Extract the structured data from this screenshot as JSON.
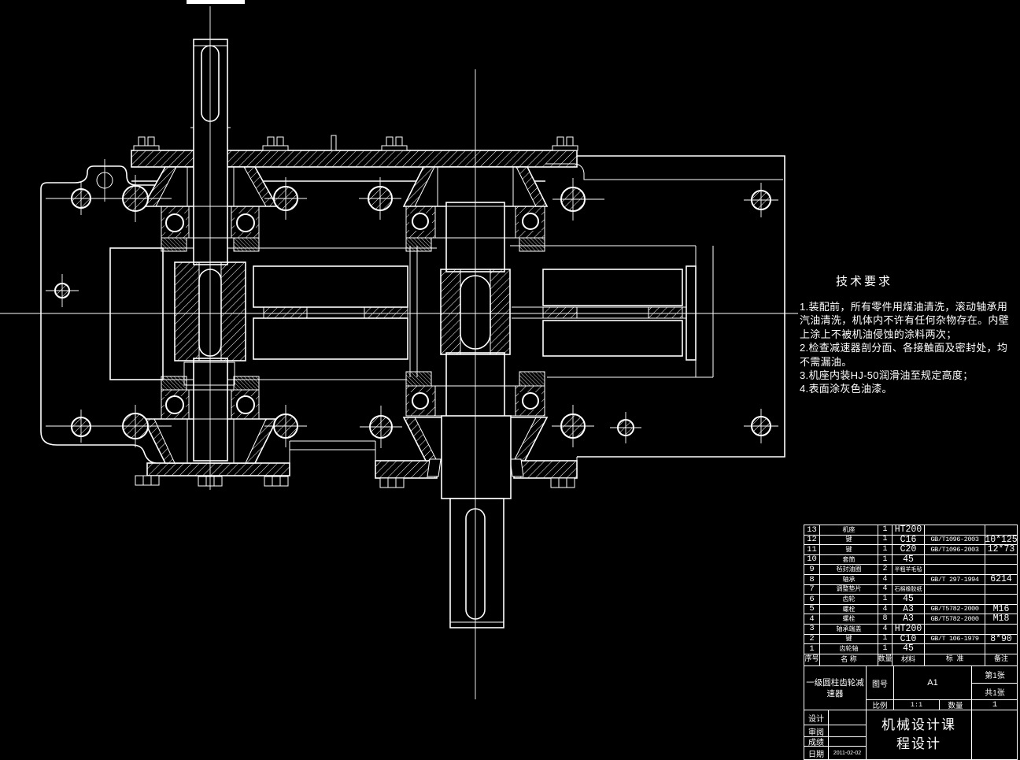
{
  "colors": {
    "background": "#000000",
    "line": "#ffffff"
  },
  "technical_requirements": {
    "title": "技术要求",
    "lines": [
      "1.装配前，所有零件用煤油清洗，滚动轴承用",
      "汽油清洗，机体内不许有任何杂物存在。内壁",
      "上涂上不被机油侵蚀的涂料两次；",
      "2.检查减速器剖分面、各接触面及密封处，均",
      "不需漏油。",
      "3.机座内装HJ-50润滑油至规定高度；",
      "4.表面涂灰色油漆。"
    ]
  },
  "bom": {
    "header": {
      "no": "序号",
      "name": "名  称",
      "qty": "数量",
      "material": "材料",
      "standard": "标  准",
      "remark": "备注"
    },
    "rows": [
      {
        "no": "13",
        "name": "机座",
        "qty": "1",
        "material": "HT200",
        "standard": "",
        "remark": ""
      },
      {
        "no": "12",
        "name": "键",
        "qty": "1",
        "material": "C16",
        "standard": "GB/T1096-2003",
        "remark": "10*125"
      },
      {
        "no": "11",
        "name": "键",
        "qty": "1",
        "material": "C20",
        "standard": "GB/T1096-2003",
        "remark": "12*73"
      },
      {
        "no": "10",
        "name": "套筒",
        "qty": "1",
        "material": "45",
        "standard": "",
        "remark": ""
      },
      {
        "no": "9",
        "name": "毡封油圈",
        "qty": "2",
        "material": "半粗羊毛毡",
        "standard": "",
        "remark": ""
      },
      {
        "no": "8",
        "name": "轴承",
        "qty": "4",
        "material": "",
        "standard": "GB/T 297-1994",
        "remark": "6214"
      },
      {
        "no": "7",
        "name": "调整垫片",
        "qty": "4",
        "material": "石棉橡胶纸",
        "standard": "",
        "remark": ""
      },
      {
        "no": "6",
        "name": "齿轮",
        "qty": "1",
        "material": "45",
        "standard": "",
        "remark": ""
      },
      {
        "no": "5",
        "name": "螺栓",
        "qty": "4",
        "material": "A3",
        "standard": "GB/T5782-2000",
        "remark": "M16"
      },
      {
        "no": "4",
        "name": "螺栓",
        "qty": "8",
        "material": "A3",
        "standard": "GB/T5782-2000",
        "remark": "M18"
      },
      {
        "no": "3",
        "name": "轴承端盖",
        "qty": "4",
        "material": "HT200",
        "standard": "",
        "remark": ""
      },
      {
        "no": "2",
        "name": "键",
        "qty": "1",
        "material": "C10",
        "standard": "GB/T 106-1979",
        "remark": "8*90"
      },
      {
        "no": "1",
        "name": "齿轮轴",
        "qty": "1",
        "material": "45",
        "standard": "",
        "remark": ""
      }
    ]
  },
  "title_block": {
    "product_line1": "一级圆柱齿轮减",
    "product_line2": "速器",
    "drawing_no_label": "图号",
    "drawing_no": "A1",
    "sheet_no": "第1张",
    "sheet_total": "共1张",
    "scale_label": "比例",
    "scale_value": "1:1",
    "qty_label": "数量",
    "qty_value": "1",
    "designer_label": "设计",
    "review_label": "审阅",
    "grade_label": "成绩",
    "date_label": "日期",
    "date_value": "2011-02-02",
    "course_line1": "机械设计课",
    "course_line2": "程设计"
  }
}
